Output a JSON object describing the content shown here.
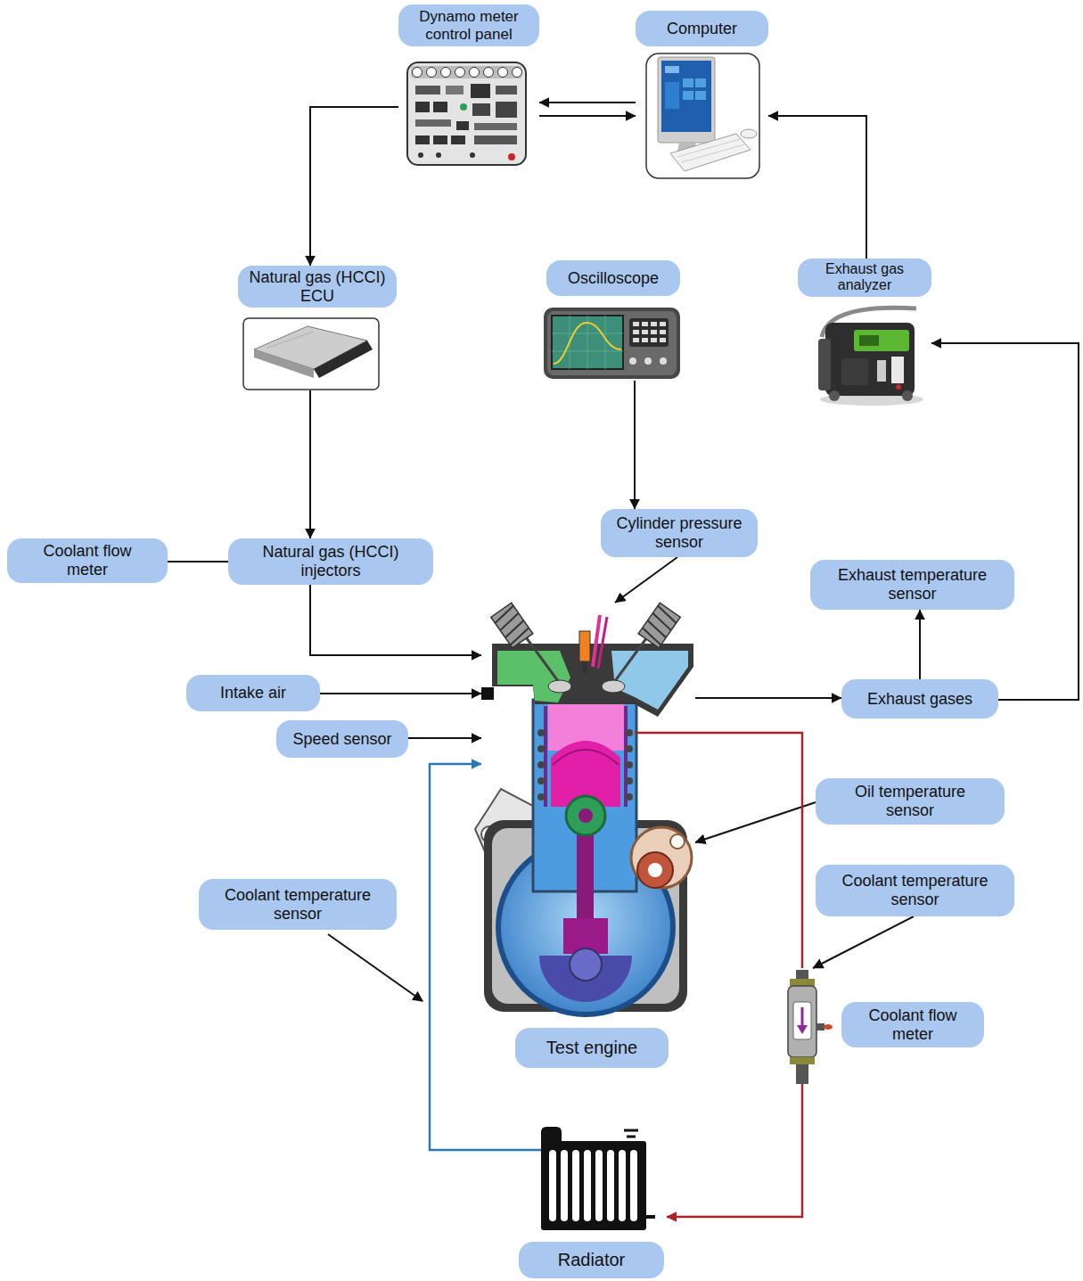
{
  "diagram": {
    "nodes": [
      {
        "text": [
          "Dynamo meter control panel"
        ]
      },
      {
        "text": [
          "Computer"
        ]
      },
      {
        "text": [
          "Natural gas (HCCI) ECU"
        ]
      },
      {
        "text": [
          "Oscilloscope"
        ]
      },
      {
        "text": [
          "Exhaust gas analyzer"
        ]
      },
      {
        "text": [
          "Coolant flow meter"
        ]
      },
      {
        "text": [
          "Natural gas (HCCI) injectors"
        ]
      },
      {
        "text": [
          "Cylinder pressure sensor"
        ]
      },
      {
        "text": [
          "Exhaust temperature sensor"
        ]
      },
      {
        "text": [
          "Intake air"
        ]
      },
      {
        "text": [
          "Exhaust gases"
        ]
      },
      {
        "text": [
          "Speed sensor"
        ]
      },
      {
        "text": [
          "Oil temperature sensor"
        ]
      },
      {
        "text": [
          "Coolant temperature sensor"
        ]
      },
      {
        "text": [
          "Coolant temperature sensor"
        ]
      },
      {
        "text": [
          "Coolant flow meter"
        ]
      },
      {
        "text": [
          "Test engine"
        ]
      },
      {
        "text": [
          "Radiator"
        ]
      }
    ],
    "edges": [
      {
        "from": 1,
        "to": 0,
        "arrow": "to"
      },
      {
        "from": 0,
        "to": 1,
        "arrow": "to"
      },
      {
        "from": 0,
        "to": 2,
        "arrow": "to"
      },
      {
        "from": 4,
        "to": 1,
        "arrow": "to"
      },
      {
        "from": 2,
        "to": 6,
        "arrow": "to"
      },
      {
        "from": 3,
        "to": 7,
        "arrow": "to"
      },
      {
        "from": 5,
        "to": 6,
        "arrow": "none"
      },
      {
        "from": 6,
        "to": 16,
        "arrow": "to"
      },
      {
        "from": 9,
        "to": 16,
        "arrow": "to"
      },
      {
        "from": 11,
        "to": 16,
        "arrow": "to"
      },
      {
        "from": 7,
        "to": 16,
        "arrow": "to"
      },
      {
        "from": 16,
        "to": 10,
        "arrow": "to"
      },
      {
        "from": 10,
        "to": 8,
        "arrow": "to"
      },
      {
        "from": 10,
        "to": 4,
        "arrow": "to"
      },
      {
        "from": 12,
        "to": 16,
        "arrow": "to"
      },
      {
        "from": 16,
        "to": 15,
        "arrow": "none"
      },
      {
        "from": 15,
        "to": 17,
        "arrow": "to"
      },
      {
        "from": 17,
        "to": 16,
        "arrow": "to"
      },
      {
        "from": 14,
        "to": 15,
        "arrow": "to"
      }
    ]
  }
}
